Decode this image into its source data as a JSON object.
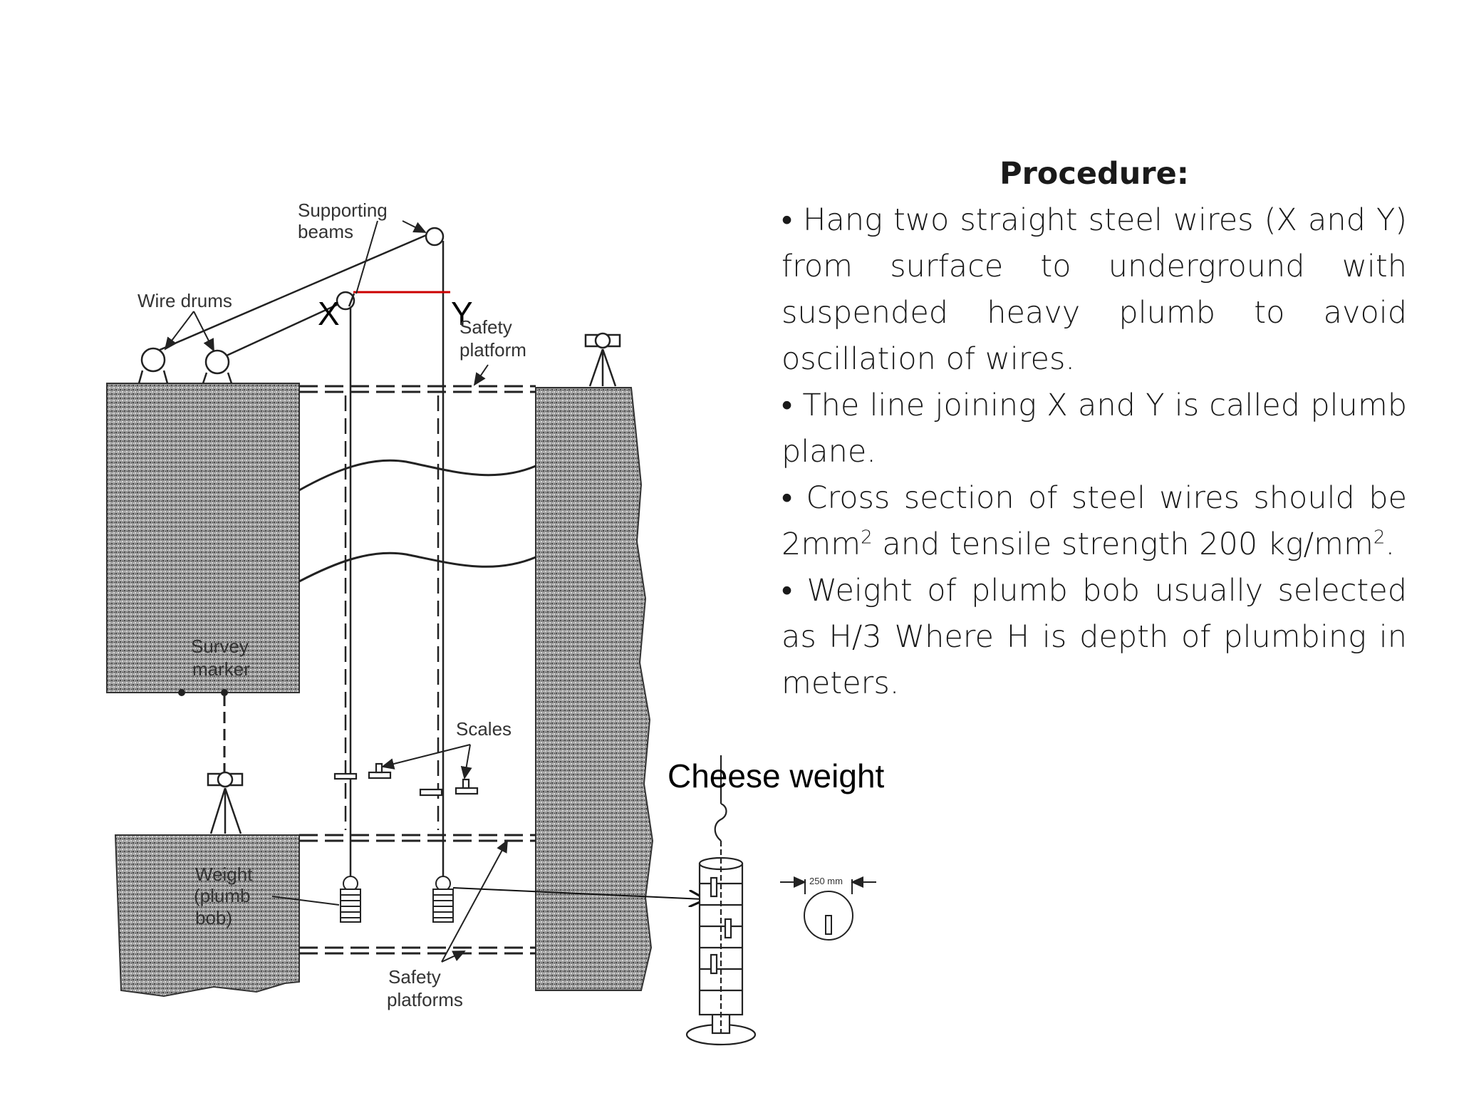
{
  "diagram": {
    "labels": {
      "supporting_beams_1": "Supporting",
      "supporting_beams_2": "beams",
      "wire_drums": "Wire drums",
      "wire_x": "X",
      "wire_y": "Y",
      "safety_platform_1": "Safety",
      "safety_platform_2": "platform",
      "survey_marker_1": "Survey",
      "survey_marker_2": "marker",
      "scales": "Scales",
      "weight_1": "Weight",
      "weight_2": "(plumb",
      "weight_3": "bob)",
      "safety_platforms_1": "Safety",
      "safety_platforms_2": "platforms",
      "cheese_weight": "Cheese weight",
      "dimension": "250 mm"
    },
    "colors": {
      "rock": "#8a8a8a",
      "plumb_plane_line": "#cc0000",
      "ink": "#222222"
    }
  },
  "procedure": {
    "title": "Procedure:",
    "items": [
      "• Hang two straight steel wires (X and Y) from surface to underground with suspended heavy plumb to avoid oscillation of wires.",
      "• The line joining X and Y is called plumb plane.",
      {
        "part1": "• Cross section of  steel wires should be 2mm",
        "sup1": "2",
        "part2": "   and   tensile strength 200 kg/mm",
        "sup2": "2",
        "part3": "."
      },
      "• Weight of plumb bob usually selected as H/3 Where H is depth of plumbing in meters."
    ]
  }
}
